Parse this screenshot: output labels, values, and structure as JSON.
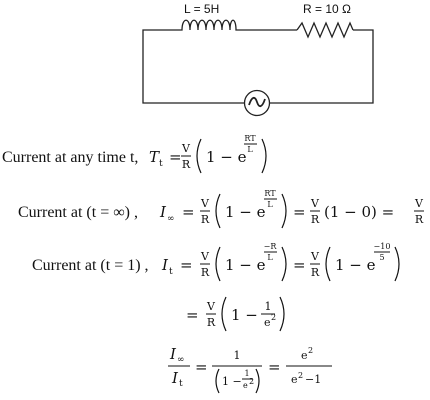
{
  "circuit": {
    "inductor_label": "L = 5H",
    "resistor_label": "R = 10 Ω",
    "source_symbol": "~"
  },
  "equations": {
    "line1": {
      "prefix": "Current at any time  t, ",
      "lhs": "T",
      "lhs_sub": "t",
      "eq": "=",
      "numer": "V",
      "denom": "R",
      "one_minus": "1 − e",
      "exp_numer": "RT",
      "exp_denom": "L"
    },
    "line2": {
      "prefix": "Current at (t = ∞) , ",
      "lhs": "I",
      "lhs_sub": "∞",
      "eq": "=",
      "numer": "V",
      "denom": "R",
      "one_minus": "1 − e",
      "exp_numer": "RT",
      "exp_denom": "L",
      "eq2": "=",
      "numer2": "V",
      "denom2": "R",
      "rest2": "(1 − 0) =",
      "numer3": "V",
      "denom3": "R"
    },
    "line3": {
      "prefix": "Current at (t = 1) , ",
      "lhs": "I",
      "lhs_sub": "t",
      "eq": "=",
      "numer": "V",
      "denom": "R",
      "one_minus": "1 − e",
      "exp_numer": "−R",
      "exp_denom": "L",
      "eq2": "=",
      "numer2": "V",
      "denom2": "R",
      "one_minus2": "1 − e",
      "exp2_numer": "−10",
      "exp2_denom": "5"
    },
    "line4": {
      "eq": "=",
      "numer": "V",
      "denom": "R",
      "one_minus": "1 −",
      "frac_numer": "1",
      "frac_denom": "e",
      "frac_denom_sup": "2"
    },
    "line5": {
      "lhs_numer": "I",
      "lhs_numer_sub": "∞",
      "lhs_denom": "I",
      "lhs_denom_sub": "t",
      "eq": "=",
      "mid_numer": "1",
      "mid_one_minus": "1 −",
      "mid_inner_numer": "1",
      "mid_inner_denom": "e",
      "mid_inner_denom_sup": "2",
      "eq2": "=",
      "rhs_numer": "e",
      "rhs_numer_sup": "2",
      "rhs_denom": "e",
      "rhs_denom_sup": "2",
      "rhs_denom_tail": "−1"
    }
  }
}
